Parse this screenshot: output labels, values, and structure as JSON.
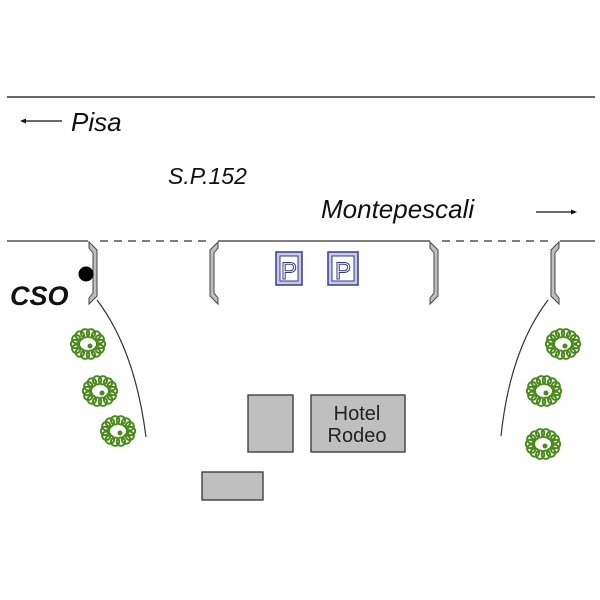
{
  "map": {
    "road_label": "S.P.152",
    "directions": [
      {
        "label": "Pisa",
        "arrow": "left-arrow"
      },
      {
        "label": "Montepescali",
        "arrow": "right-arrow"
      }
    ],
    "cso_label": "CSO",
    "hotel": {
      "line1": "Hotel",
      "line2": "Rodeo"
    },
    "parking_symbol": "P",
    "colors": {
      "line": "#333333",
      "building_fill": "#bfbfbf",
      "curb_fill": "#c0c0c0",
      "tree": "#4a8a1c",
      "parking_border": "#3a3a8a",
      "parking_fill": "#c8c8e8"
    }
  }
}
